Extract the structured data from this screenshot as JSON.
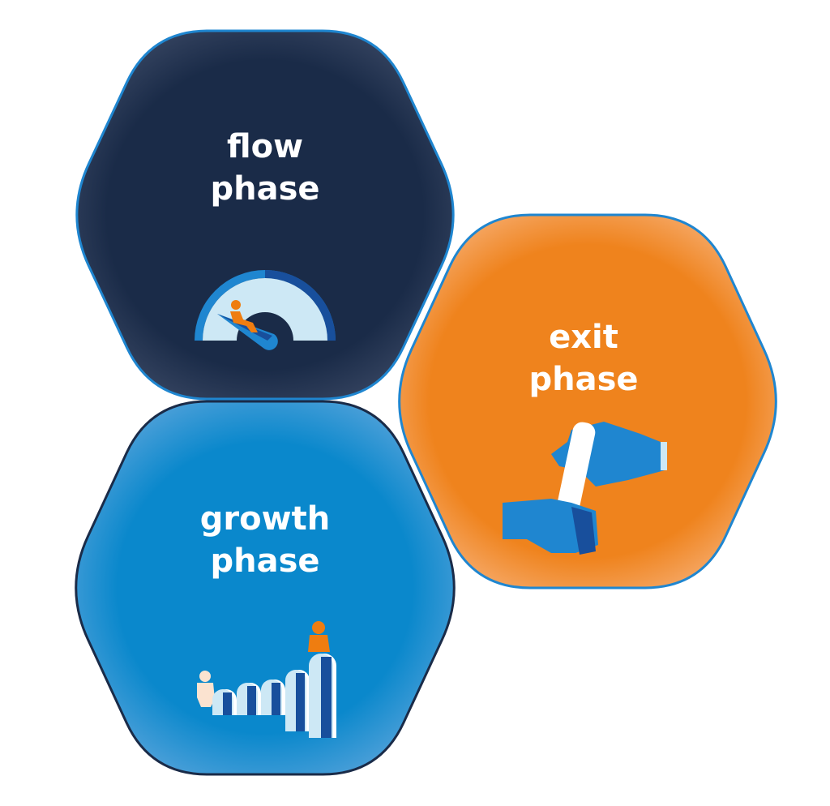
{
  "phases": [
    {
      "id": "flow",
      "line1": "flow",
      "line2": "phase",
      "icon": "speedometer-icon",
      "fill": "#1a2b48",
      "stroke": "#1f86d0"
    },
    {
      "id": "exit",
      "line1": "exit",
      "line2": "phase",
      "icon": "baton-handoff-icon",
      "fill": "#ef831d",
      "stroke": "#1f86d0"
    },
    {
      "id": "growth",
      "line1": "growth",
      "line2": "phase",
      "icon": "growth-steps-icon",
      "fill": "#0a88cc",
      "stroke": "#1a2b48"
    }
  ],
  "colors": {
    "light": "#cde8f5",
    "mid": "#1f86d0",
    "dark": "#184f9c",
    "orange": "#ef7d10",
    "skin": "#fbe3d0"
  }
}
